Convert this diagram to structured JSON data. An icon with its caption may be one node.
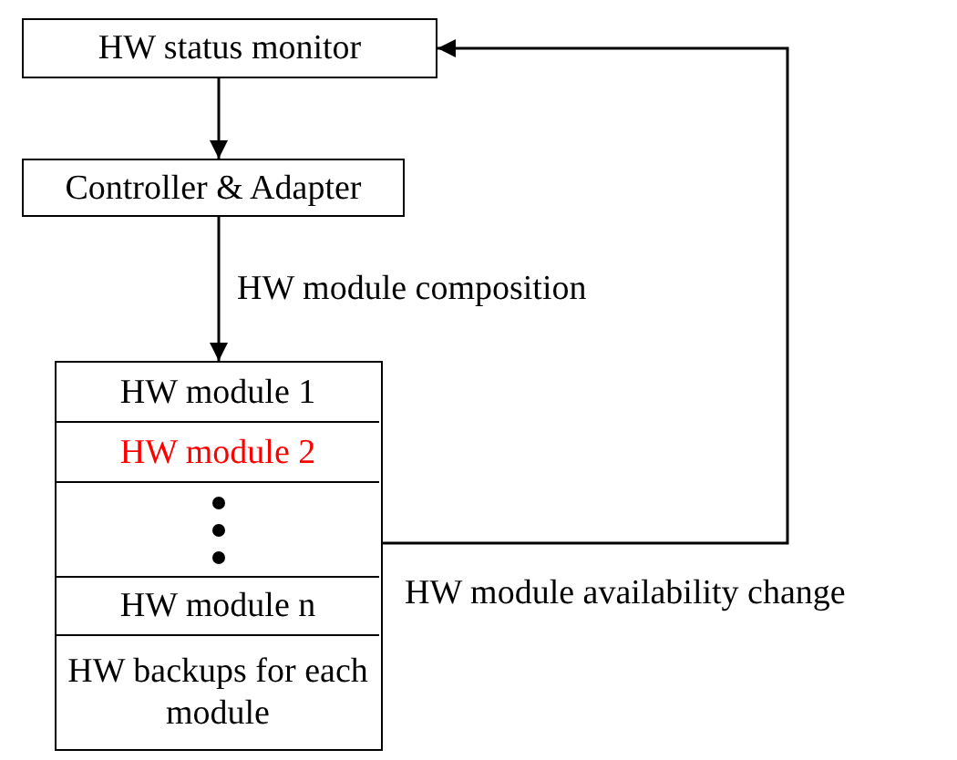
{
  "diagram": {
    "nodes": [
      {
        "text": [
          "HW status monitor"
        ]
      },
      {
        "text": [
          "Controller & Adapter"
        ]
      },
      {
        "text": [],
        "shape": "box"
      },
      {
        "text": [
          "HW module 1"
        ],
        "in": 2
      },
      {
        "text": [
          "HW module 2"
        ],
        "in": 2
      },
      {
        "text": [],
        "shape": "box",
        "in": 2
      },
      {
        "text": [
          "HW module n"
        ],
        "in": 2
      },
      {
        "text": [
          "HW backups for each module"
        ],
        "in": 2
      }
    ],
    "edges": [
      {
        "from": 0,
        "to": 1,
        "arrow": "to"
      },
      {
        "from": 1,
        "to": 2,
        "arrow": "to",
        "label": "HW module composition"
      },
      {
        "from": 2,
        "to": 0,
        "arrow": "to",
        "label": "HW module availability change"
      }
    ]
  }
}
